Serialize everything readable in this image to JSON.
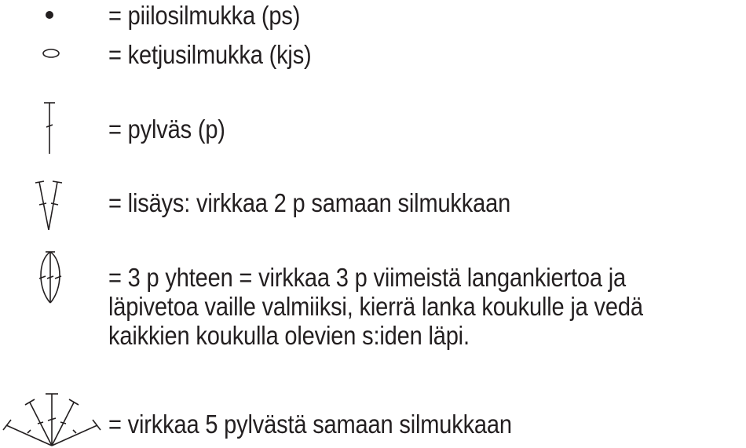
{
  "legend": {
    "items": [
      {
        "symbol": "filled-dot-icon",
        "text": "= piilosilmukka (ps)"
      },
      {
        "symbol": "open-oval-icon",
        "text": "= ketjusilmukka (kjs)"
      },
      {
        "symbol": "double-crochet-icon",
        "text": "= pylväs (p)"
      },
      {
        "symbol": "increase-v-icon",
        "text": "= lisäys: virkkaa 2 p samaan silmukkaan"
      },
      {
        "symbol": "three-together-icon",
        "lines": [
          "= 3 p yhteen = virkkaa 3 p viimeistä langankiertoa ja",
          "läpivetoa vaille valmiiksi, kierrä lanka koukulle ja vedä",
          "kaikkien koukulla olevien s:iden läpi."
        ]
      },
      {
        "symbol": "five-fan-icon",
        "text": "= virkkaa 5 pylvästä samaan silmukkaan"
      }
    ]
  },
  "colors": {
    "ink": "#231f20",
    "background": "#ffffff"
  }
}
